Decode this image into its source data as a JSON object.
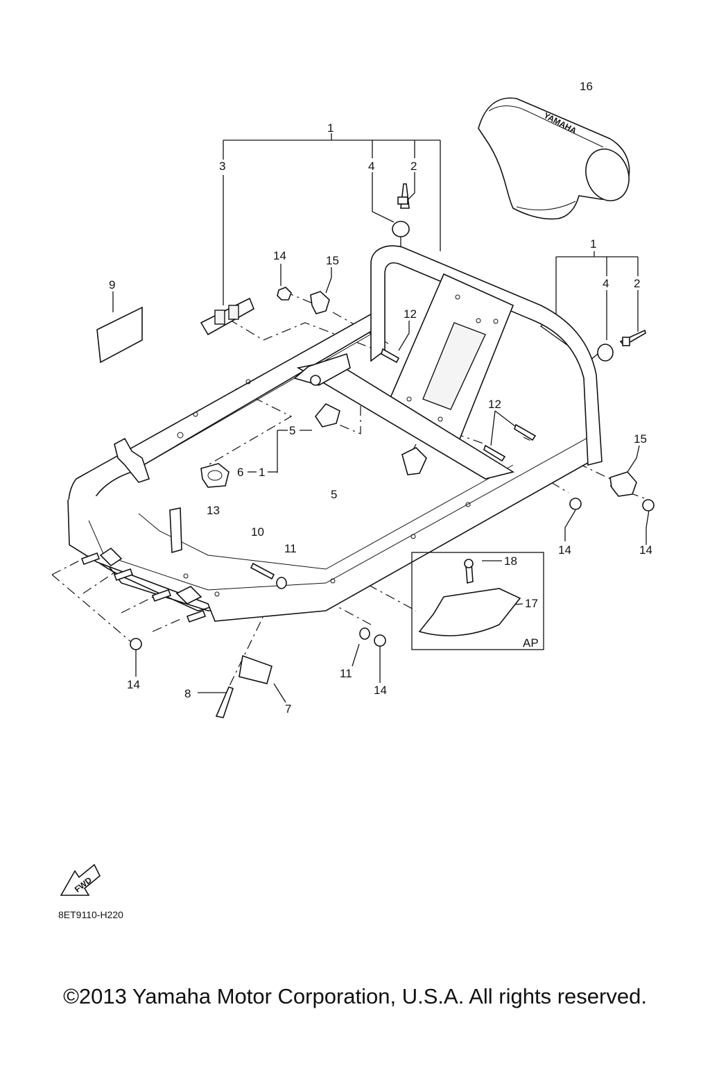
{
  "callouts": [
    {
      "id": "c16",
      "text": "16"
    },
    {
      "id": "c1a",
      "text": "1"
    },
    {
      "id": "c3",
      "text": "3"
    },
    {
      "id": "c4a",
      "text": "4"
    },
    {
      "id": "c2a",
      "text": "2"
    },
    {
      "id": "c1b",
      "text": "1"
    },
    {
      "id": "c4b",
      "text": "4"
    },
    {
      "id": "c2b",
      "text": "2"
    },
    {
      "id": "c14a",
      "text": "14"
    },
    {
      "id": "c15a",
      "text": "15"
    },
    {
      "id": "c9",
      "text": "9"
    },
    {
      "id": "c12a",
      "text": "12"
    },
    {
      "id": "c12b",
      "text": "12"
    },
    {
      "id": "c15b",
      "text": "15"
    },
    {
      "id": "c5a",
      "text": "5"
    },
    {
      "id": "c6",
      "text": "6"
    },
    {
      "id": "c1c",
      "text": "1"
    },
    {
      "id": "c5b",
      "text": "5"
    },
    {
      "id": "c13",
      "text": "13"
    },
    {
      "id": "c14b",
      "text": "14"
    },
    {
      "id": "c14c",
      "text": "14"
    },
    {
      "id": "c10",
      "text": "10"
    },
    {
      "id": "c11a",
      "text": "11"
    },
    {
      "id": "c18",
      "text": "18"
    },
    {
      "id": "c17",
      "text": "17"
    },
    {
      "id": "cAP",
      "text": "AP"
    },
    {
      "id": "c14d",
      "text": "14"
    },
    {
      "id": "c11b",
      "text": "11"
    },
    {
      "id": "c14e",
      "text": "14"
    },
    {
      "id": "c8",
      "text": "8"
    },
    {
      "id": "c7",
      "text": "7"
    }
  ],
  "labels": {
    "brand": "YAMAHA",
    "fwd": "FWD",
    "reference_code": "8ET9110-H220",
    "copyright": "©2013 Yamaha Motor Corporation, U.S.A. All rights reserved."
  }
}
